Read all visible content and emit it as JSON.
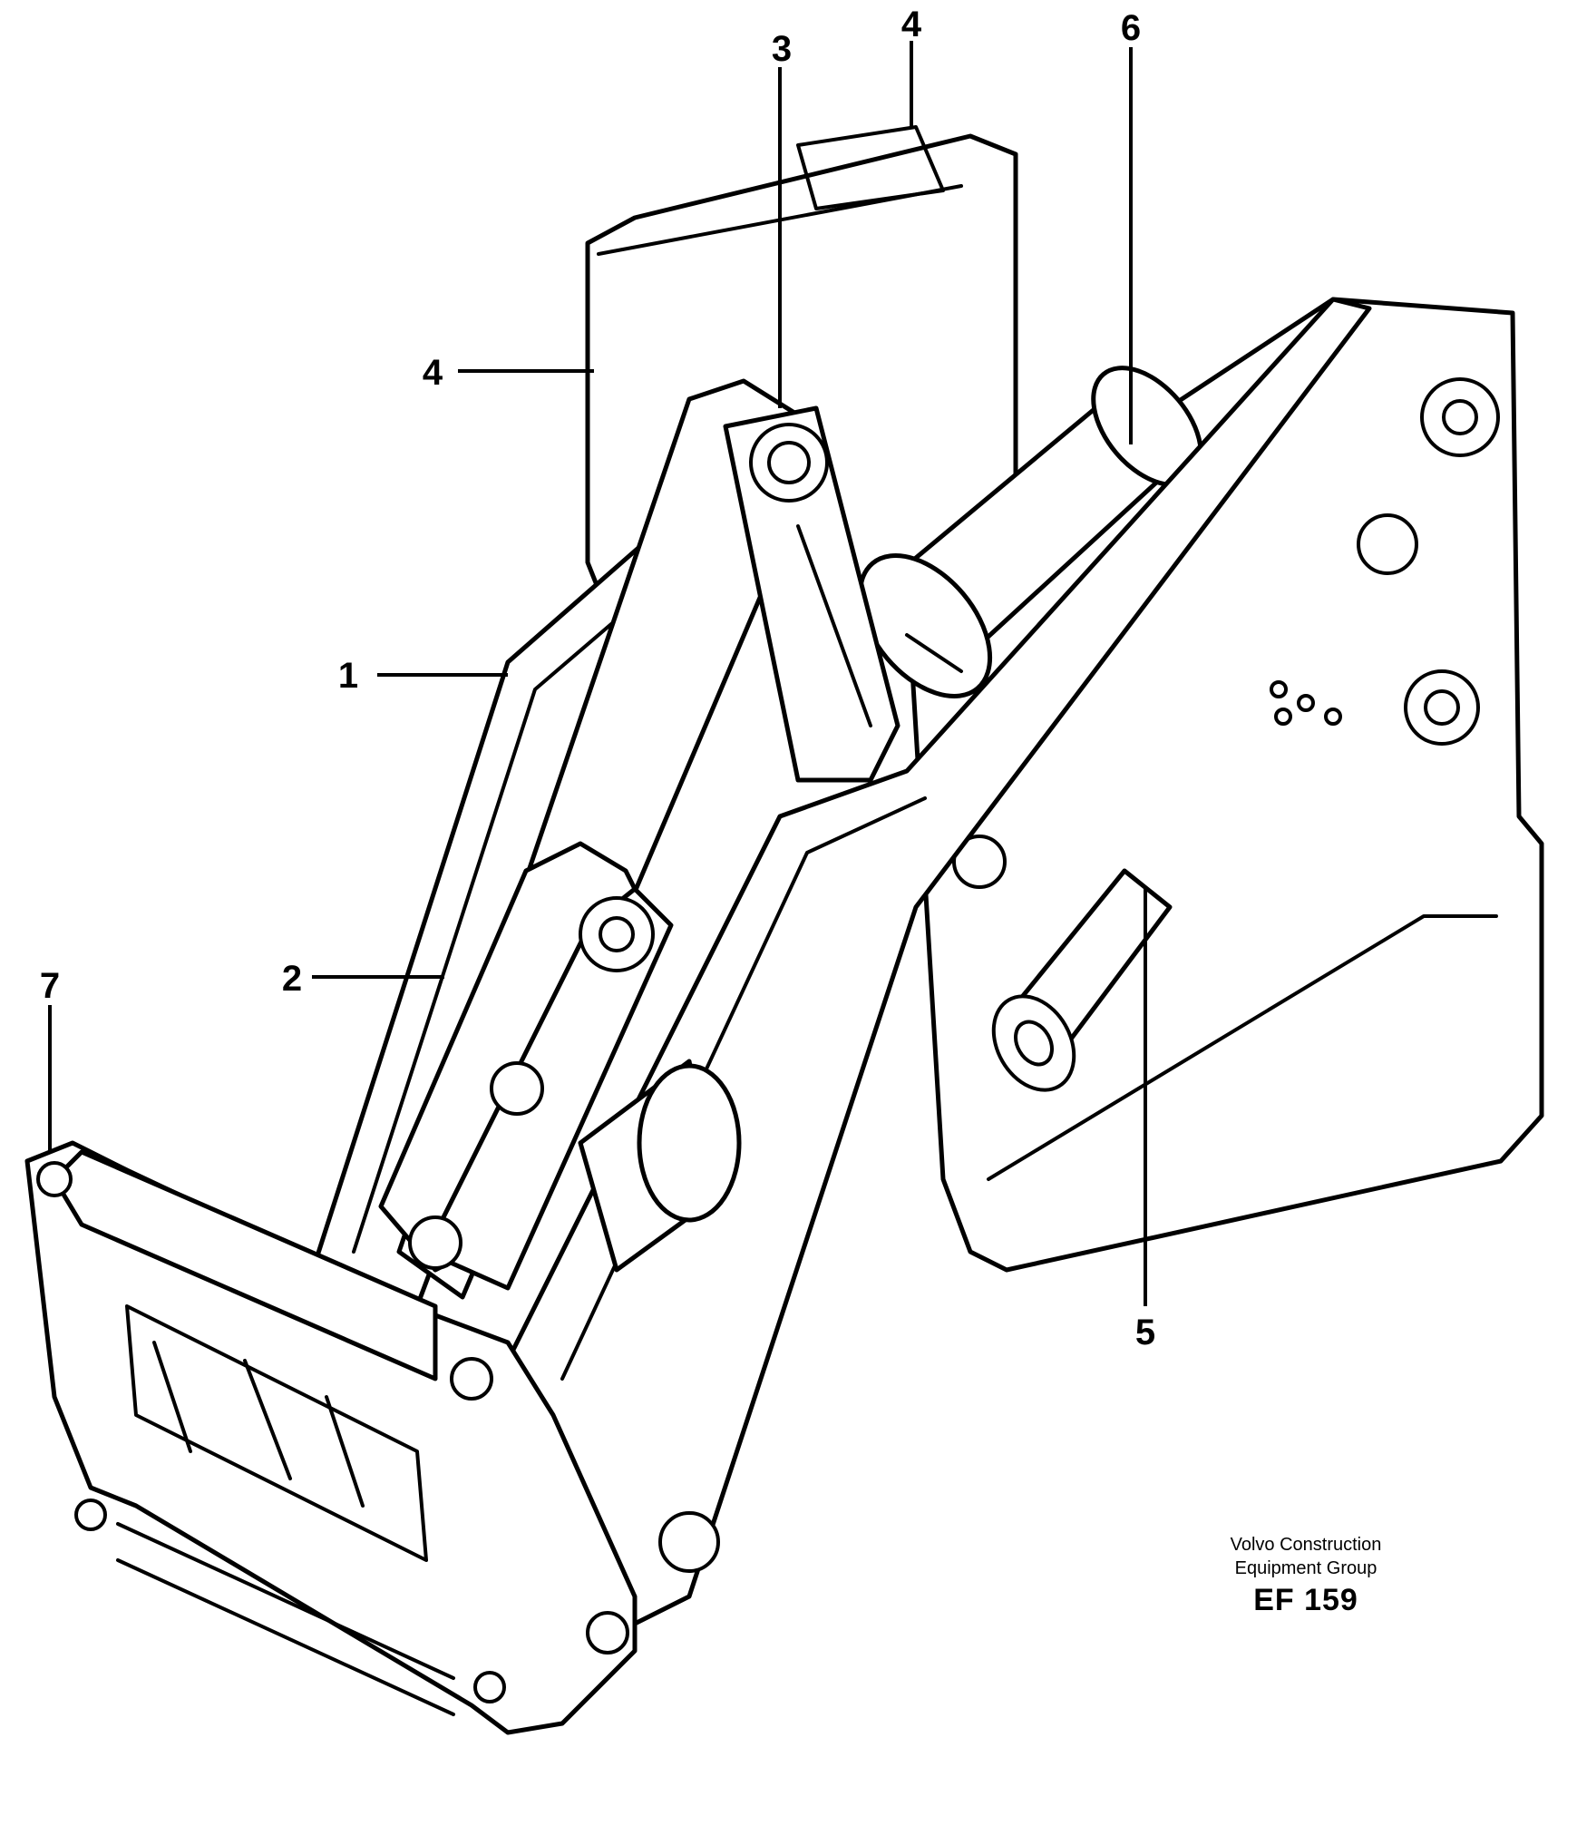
{
  "callouts": [
    "1",
    "2",
    "3",
    "4",
    "4",
    "5",
    "6",
    "7"
  ],
  "credit": {
    "line1": "Volvo Construction",
    "line2": "Equipment Group",
    "code": "EF 159"
  }
}
